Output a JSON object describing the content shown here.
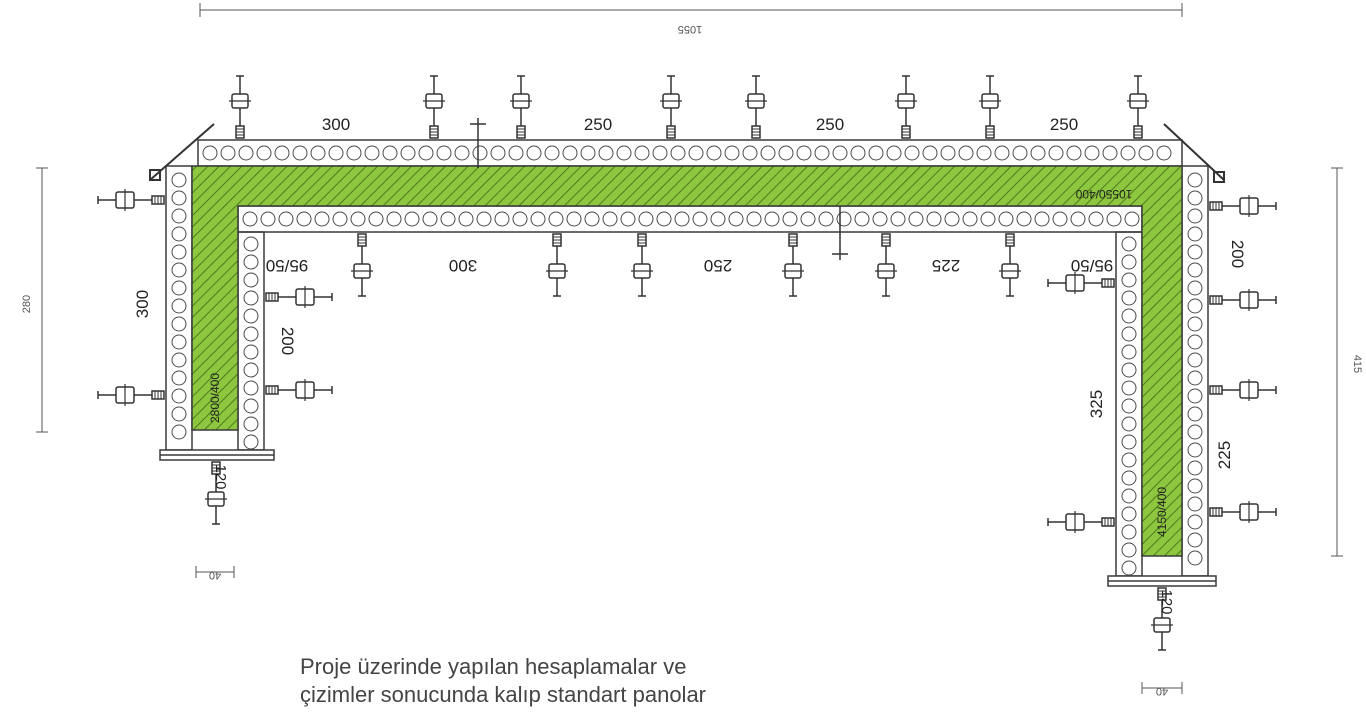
{
  "drawing": {
    "overall_length": "1055",
    "left_wing_height": "280",
    "right_wing_height": "415",
    "left_bottom_offset": "40",
    "right_bottom_offset": "40",
    "top_outer_panels": [
      "300",
      "250",
      "250",
      "250"
    ],
    "top_inner_panels": [
      "300",
      "250",
      "225"
    ],
    "left_outer_panel": "300",
    "left_inner_panel": "200",
    "left_corner_inner": "95/50",
    "right_corner_inner": "95/50",
    "right_outer_upper": "200",
    "right_outer_lower": "225",
    "right_inner_panel": "325",
    "left_end_panel": "120",
    "right_end_panel": "120",
    "wall_top": "10550/400",
    "wall_left": "2800/400",
    "wall_right": "4150/400",
    "colors": {
      "wall_fill": "#8dc63f",
      "hatch": "#4f7a1c",
      "line": "#3a3a3a",
      "caption": "#444444"
    }
  },
  "caption": {
    "line1": "Proje üzerinde yapılan hesaplamalar ve",
    "line2": "çizimler sonucunda kalıp standart panolar"
  }
}
